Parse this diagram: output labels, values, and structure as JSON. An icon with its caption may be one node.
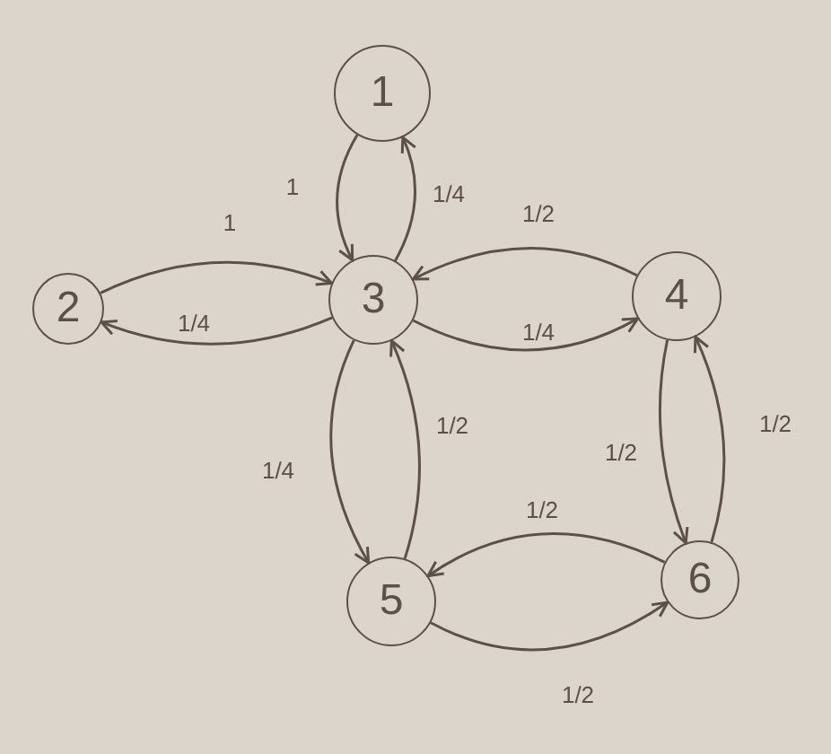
{
  "diagram": {
    "nodes": [
      {
        "text": [
          "1"
        ]
      },
      {
        "text": [
          "2"
        ]
      },
      {
        "text": [
          "3"
        ]
      },
      {
        "text": [
          "4"
        ]
      },
      {
        "text": [
          "5"
        ]
      },
      {
        "text": [
          "6"
        ]
      }
    ],
    "edges": [
      {
        "from": 0,
        "to": 2,
        "arrow": "to",
        "label": "1"
      },
      {
        "from": 2,
        "to": 0,
        "arrow": "to",
        "label": "1/4"
      },
      {
        "from": 1,
        "to": 2,
        "arrow": "to",
        "label": "1"
      },
      {
        "from": 2,
        "to": 1,
        "arrow": "to",
        "label": "1/4"
      },
      {
        "from": 3,
        "to": 2,
        "arrow": "to",
        "label": "1/2"
      },
      {
        "from": 2,
        "to": 3,
        "arrow": "to",
        "label": "1/4"
      },
      {
        "from": 2,
        "to": 4,
        "arrow": "to",
        "label": "1/4"
      },
      {
        "from": 4,
        "to": 2,
        "arrow": "to",
        "label": "1/2"
      },
      {
        "from": 3,
        "to": 5,
        "arrow": "to",
        "label": "1/2"
      },
      {
        "from": 5,
        "to": 3,
        "arrow": "to",
        "label": "1/2"
      },
      {
        "from": 5,
        "to": 4,
        "arrow": "to",
        "label": "1/2"
      },
      {
        "from": 4,
        "to": 5,
        "arrow": "to",
        "label": "1/2"
      }
    ]
  }
}
